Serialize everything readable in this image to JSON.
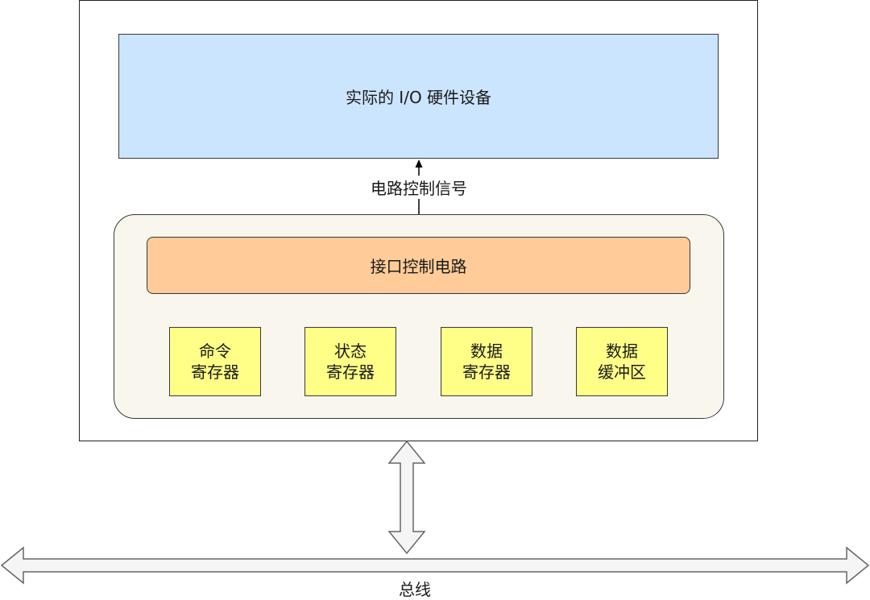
{
  "diagram": {
    "hardware": {
      "label": "实际的 I/O 硬件设备"
    },
    "signal": {
      "label": "电路控制信号"
    },
    "interface_circuit": {
      "label": "接口控制电路"
    },
    "registers": [
      {
        "line1": "命令",
        "line2": "寄存器"
      },
      {
        "line1": "状态",
        "line2": "寄存器"
      },
      {
        "line1": "数据",
        "line2": "寄存器"
      },
      {
        "line1": "数据",
        "line2": "缓冲区"
      }
    ],
    "bus": {
      "label": "总线"
    }
  }
}
